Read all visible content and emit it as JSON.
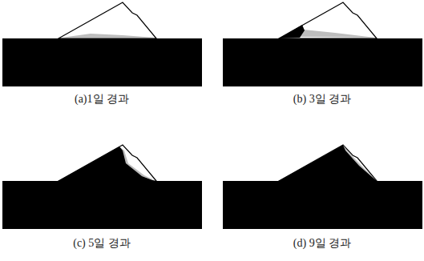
{
  "diagram": {
    "labels": [
      "(a)1일 경과",
      "(b) 3일 경과",
      "(c) 5일 경과",
      "(d) 9일 경과"
    ]
  }
}
